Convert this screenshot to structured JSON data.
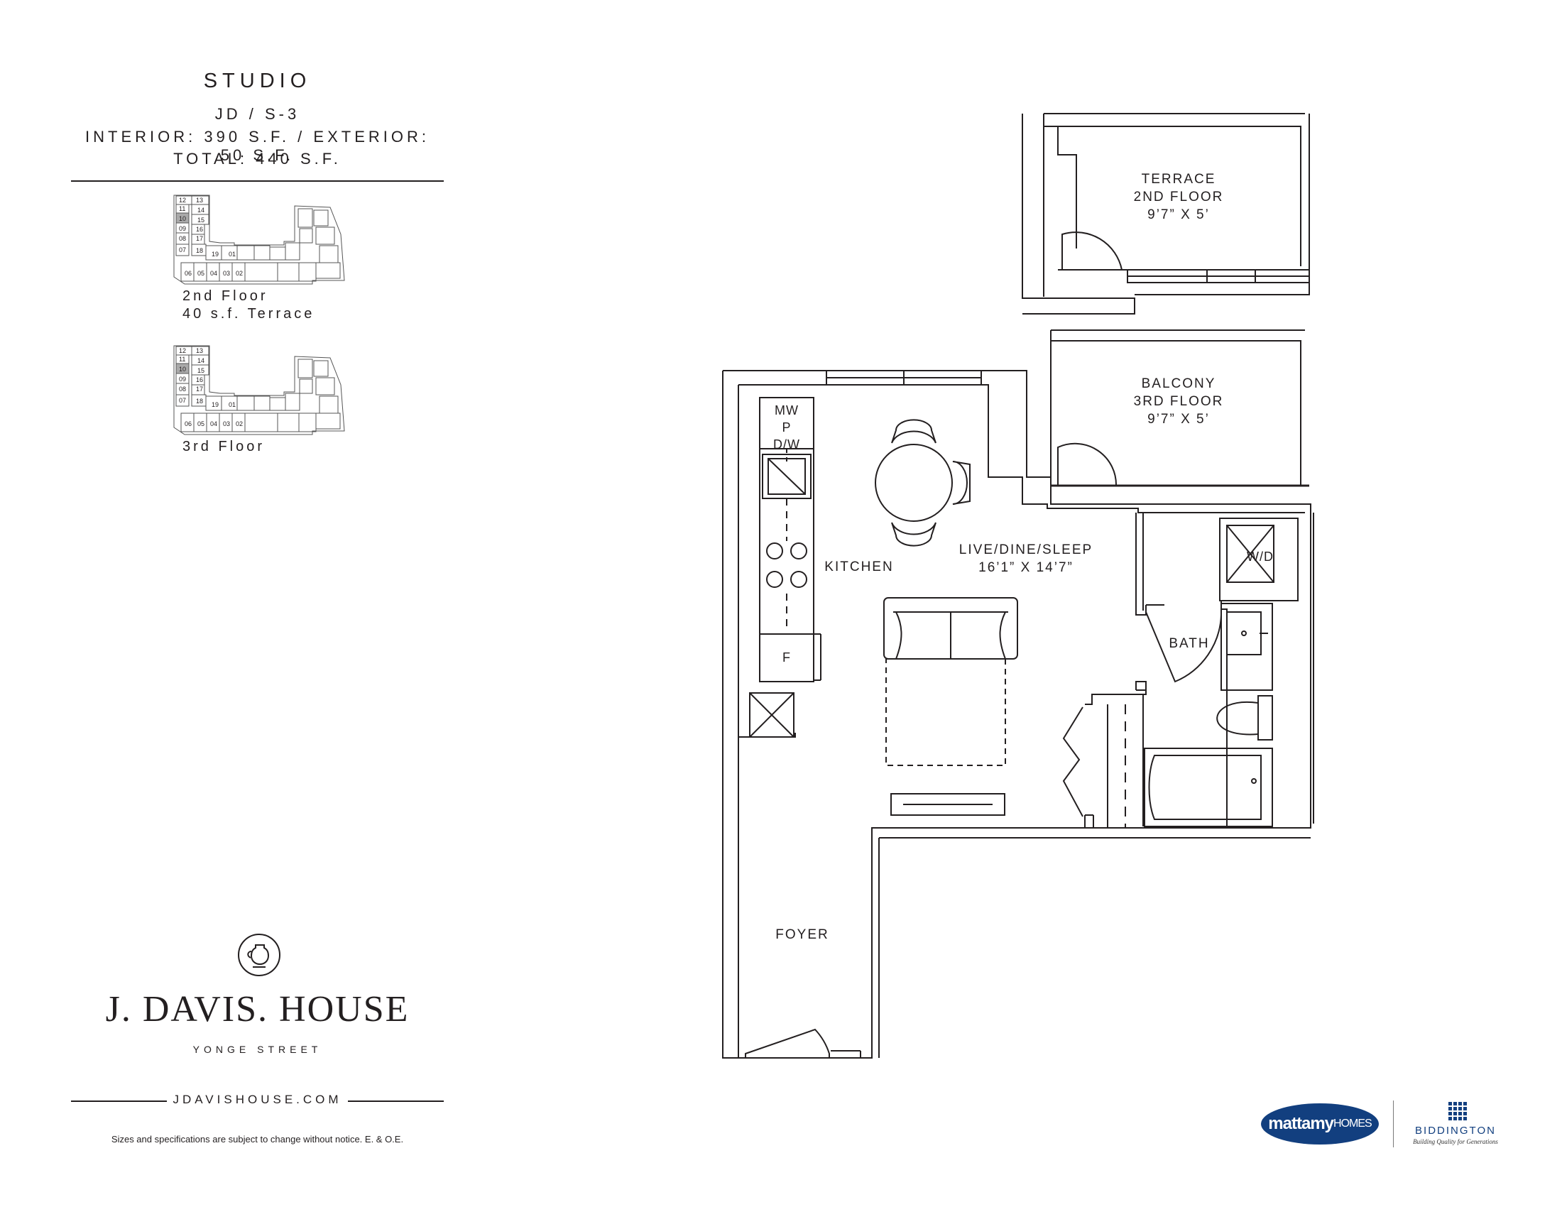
{
  "unit": {
    "type": "STUDIO",
    "code": "JD / S-3",
    "area": "INTERIOR: 390 S.F. / EXTERIOR: 50 S.F.",
    "total": "TOTAL: 440 S.F."
  },
  "keyplans": [
    {
      "caption": [
        "2nd Floor",
        "40 s.f. Terrace"
      ],
      "highlighted_unit": "10",
      "unit_numbers": [
        "12",
        "13",
        "11",
        "14",
        "10",
        "15",
        "09",
        "16",
        "08",
        "17",
        "07",
        "18",
        "19",
        "01",
        "06",
        "05",
        "04",
        "03",
        "02"
      ]
    },
    {
      "caption": [
        "3rd Floor"
      ],
      "highlighted_unit": "10",
      "unit_numbers": [
        "12",
        "13",
        "11",
        "14",
        "10",
        "15",
        "09",
        "16",
        "08",
        "17",
        "07",
        "18",
        "19",
        "01",
        "06",
        "05",
        "04",
        "03",
        "02"
      ]
    }
  ],
  "brand": {
    "name": "J. DAVIS. HOUSE",
    "sub": "YONGE STREET",
    "website": "JDAVISHOUSE.COM",
    "disclaimer": "Sizes and specifications are subject to change without notice.  E. & O.E."
  },
  "rooms": {
    "terrace": [
      "TERRACE",
      "2ND FLOOR",
      "9’7” X 5’"
    ],
    "balcony": [
      "BALCONY",
      "3RD FLOOR",
      "9’7” X 5’"
    ],
    "living": [
      "LIVE/DINE/SLEEP",
      "16’1” X 14’7”"
    ],
    "kitchen": "KITCHEN",
    "bath": "BATH",
    "foyer": "FOYER"
  },
  "fixtures": {
    "appliance_stack": [
      "MW",
      "P",
      "D/W"
    ],
    "fridge": "F",
    "laundry": "W/D"
  },
  "partners": {
    "builder": "mattamy",
    "builder_suffix": "HOMES",
    "partner": "BIDDINGTON",
    "partner_tagline": "Building Quality for Generations"
  }
}
